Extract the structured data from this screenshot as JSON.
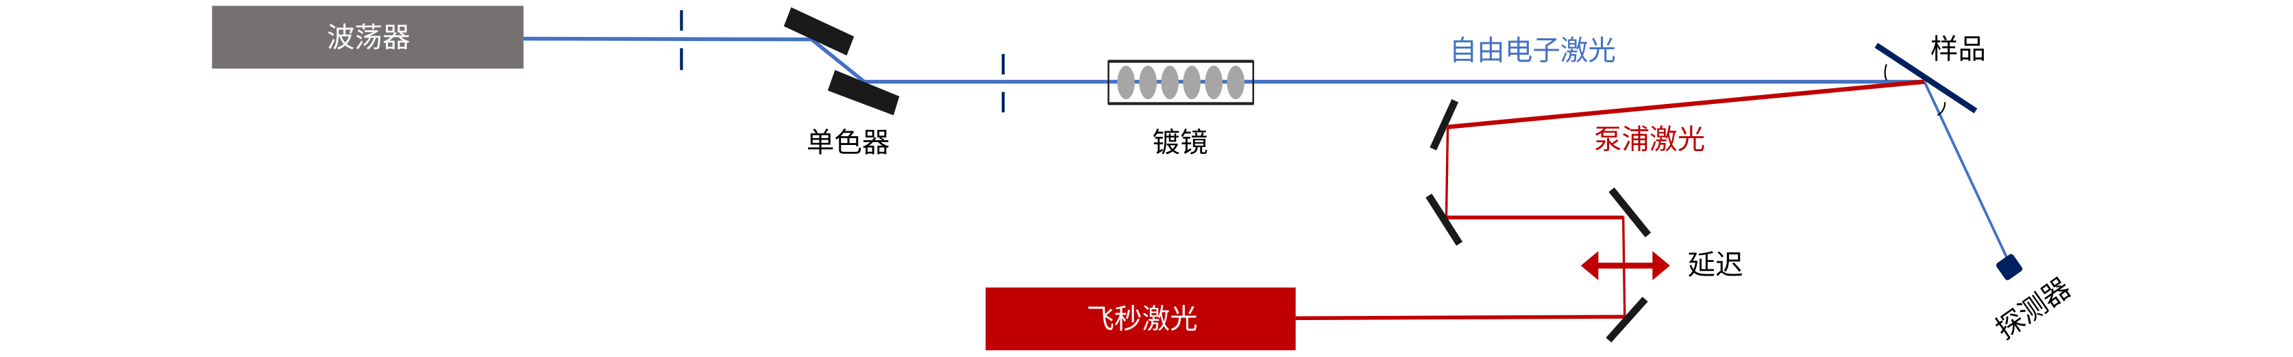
{
  "colors": {
    "fel_blue": "#4472C4",
    "pump_red": "#C00000",
    "undulator_gray": "#767171",
    "navy": "#002060",
    "mirror_black": "#1a1a1a",
    "lens_gray": "#A6A6A6"
  },
  "labels": {
    "undulator": "波荡器",
    "monochromator": "单色器",
    "coated_mirror": "镀镜",
    "fel": "自由电子激光",
    "sample": "样品",
    "pump": "泵浦激光",
    "delay": "延迟",
    "fs_laser": "飞秒激光",
    "detector": "探测器"
  }
}
